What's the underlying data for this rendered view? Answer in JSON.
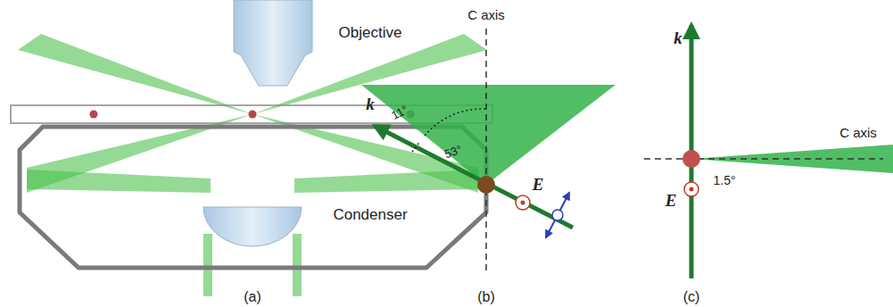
{
  "diagram": {
    "labels": [
      "Objective",
      "Condenser",
      "(a)",
      "C axis",
      "k",
      "11°",
      "53°",
      "E",
      "(b)",
      "k",
      "E",
      "C axis",
      "1.5°",
      "(c)"
    ]
  }
}
